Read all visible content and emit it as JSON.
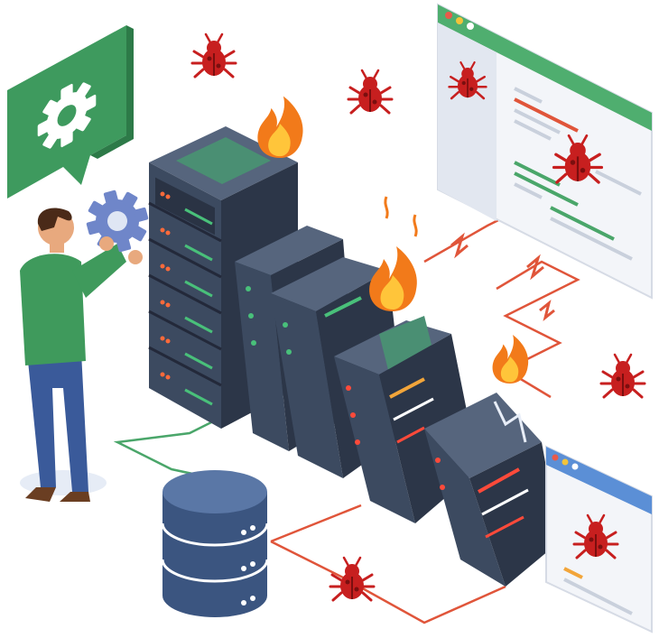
{
  "scene": {
    "kind": "isometric-illustration",
    "elements": [
      "gear-speech-bubble",
      "engineer-holding-gear",
      "server-rack",
      "falling-server-dominoes",
      "fire-icons",
      "bug-icons",
      "code-browser-window",
      "small-browser-window",
      "database-cylinder",
      "network-connection-lines"
    ]
  },
  "colors": {
    "server_dark": "#3c4a60",
    "server_side": "#2c3648",
    "server_top": "#56657d",
    "screen_green": "#4a8f73",
    "bubble_green": "#3e9a5e",
    "shirt_green": "#3f9a5c",
    "jeans_blue": "#3a5a9a",
    "gear_blue": "#6f86c9",
    "db_blue": "#4a6694",
    "bug_red": "#c71f1f",
    "fire_orange": "#f27a1a",
    "fire_yellow": "#ffc53a",
    "line_red": "#e0553a",
    "line_green": "#4aa66a",
    "window_bar_green": "#4fae6f",
    "window_bar_blue": "#5b8fd6"
  }
}
